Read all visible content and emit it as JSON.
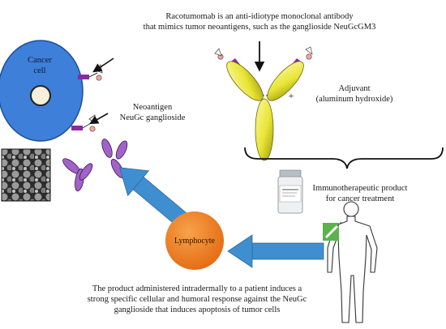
{
  "top_caption": {
    "line1": "Racotumomab is an anti-idiotype monoclonal antibody",
    "line2": "that mimics tumor neoantigens, such as the ganglioside NeuGcGM3"
  },
  "cancer_cell": {
    "line1": "Cancer",
    "line2": "cell"
  },
  "neoantigen": {
    "line1": "Neoantigen",
    "line2": "NeuGc ganglioside"
  },
  "plus_sign": "+",
  "adjuvant": {
    "line1": "Adjuvant",
    "line2": "(aluminum hydroxide)"
  },
  "product": {
    "line1": "Immunotherapeutic product",
    "line2": "for cancer treatment"
  },
  "lymphocyte": "Lymphocyte",
  "bottom_caption": {
    "line1": "The product administered intradermally to a patient induces a",
    "line2": "strong specific cellular and humoral response against the NeuGc",
    "line3": "ganglioside that induces apoptosis of tumor cells"
  },
  "colors": {
    "cancer_cell_fill": "#3d7fd9",
    "lymphocyte_fill": "#ef7a1f",
    "antibody_yellow": "#e7e534",
    "antibody_purple": "#9b4fc0",
    "flow_arrow": "#3f8fd0"
  },
  "icons": [
    "cancer-cell-icon",
    "antibody-icon",
    "vaccine-vial-icon",
    "human-body-icon",
    "syringe-icon",
    "micrograph-icon",
    "lymphocyte-icon"
  ]
}
